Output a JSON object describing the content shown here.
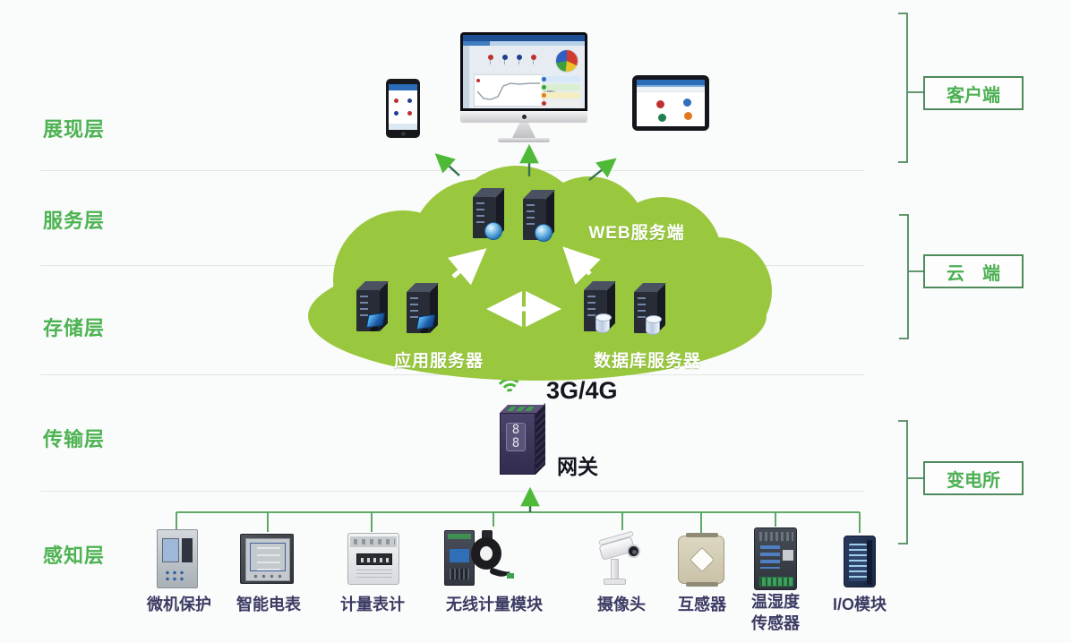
{
  "layers": [
    {
      "label": "展现层"
    },
    {
      "label": "服务层"
    },
    {
      "label": "存储层"
    },
    {
      "label": "传输层"
    },
    {
      "label": "感知层"
    }
  ],
  "zones": [
    {
      "label": "客户端"
    },
    {
      "label": "云　端"
    },
    {
      "label": "变电所"
    }
  ],
  "cloud": {
    "web_label": "WEB服务端",
    "app_label": "应用服务器",
    "db_label": "数据库服务器"
  },
  "gateway": {
    "wireless_label": "3G/4G",
    "label": "网关",
    "display": "88"
  },
  "devices": [
    {
      "label": "微机保护"
    },
    {
      "label": "智能电表"
    },
    {
      "label": "计量表计"
    },
    {
      "label": "无线计量模块"
    },
    {
      "label": "摄像头"
    },
    {
      "label": "互感器"
    },
    {
      "label": "温湿度传感器"
    },
    {
      "label": "I/O模块"
    }
  ],
  "icons": {
    "wifi": "three signal arcs",
    "server": "3d tower",
    "globe": "blue sphere",
    "database": "white cylinder",
    "app_screen": "blue monitor"
  },
  "colors": {
    "layer_label_green": "#4db352",
    "cloud_green": "#99c83e",
    "connector_green": "#4e8a5a",
    "arrow_head_green": "#4fba38",
    "device_label_navy": "#3b3b63",
    "cloud_text_white": "#ffffff",
    "background": "#fafbfb"
  }
}
